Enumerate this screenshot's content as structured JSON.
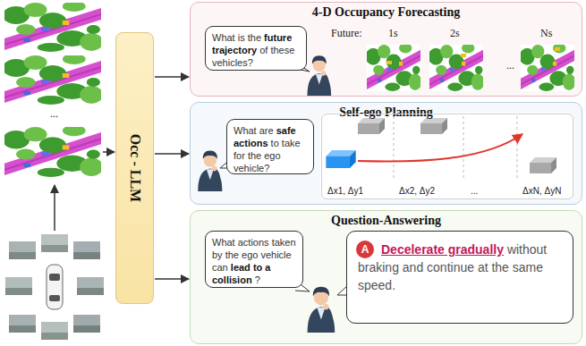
{
  "diagram": {
    "nodes": [
      {
        "text": [
          "Occ - LLM"
        ]
      },
      {
        "text": [
          "4-D Occupancy Forecasting"
        ]
      },
      {
        "text": [
          "What is the",
          "future trajectory",
          "of these vehicles?"
        ],
        "in": 1
      },
      {
        "text": [
          "Self-ego Planning"
        ]
      },
      {
        "text": [
          "What are",
          "safe actions",
          "to take for the ego vehicle?"
        ],
        "in": 3
      },
      {
        "text": [
          "Δx1, Δy1",
          "Δx2, Δy2",
          "...",
          "ΔxN, ΔyN"
        ],
        "in": 3
      },
      {
        "text": [
          "Question-Answering"
        ]
      },
      {
        "text": [
          "What actions taken by the ego vehicle can",
          "lead to a collision",
          "?"
        ],
        "in": 6
      },
      {
        "text": [
          "Decelerate gradually",
          "without braking and continue at the same speed."
        ],
        "in": 6
      },
      {
        "text": [
          "A"
        ],
        "in": 8
      }
    ],
    "edges": [
      {
        "from": 0,
        "to": 1,
        "arrow": "to"
      },
      {
        "from": 0,
        "to": 3,
        "arrow": "to"
      },
      {
        "from": 0,
        "to": 6,
        "arrow": "to"
      }
    ],
    "labels": [
      "...",
      "Future:",
      "1s",
      "2s",
      "...",
      "Ns"
    ]
  }
}
